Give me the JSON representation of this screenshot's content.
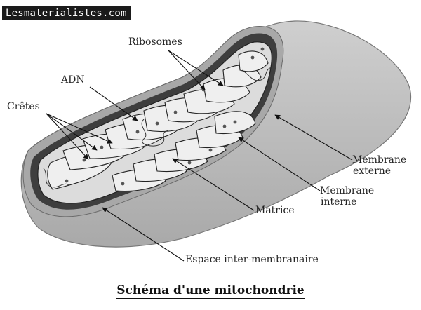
{
  "watermark": "Lesmaterialistes.com",
  "title": "Schéma d'une mitochondrie",
  "labels": {
    "ribosomes": "Ribosomes",
    "adn": "ADN",
    "cretes": "Crêtes",
    "membrane_externe_1": "Membrane",
    "membrane_externe_2": "externe",
    "membrane_interne_1": "Membrane",
    "membrane_interne_2": "interne",
    "matrice": "Matrice",
    "espace": "Espace inter-membranaire"
  },
  "colors": {
    "outer_membrane": "#bdbdbd",
    "intermembrane_space": "#3e3e3e",
    "matrix": "#dcdcdc",
    "cristae": "#eeeeee"
  }
}
